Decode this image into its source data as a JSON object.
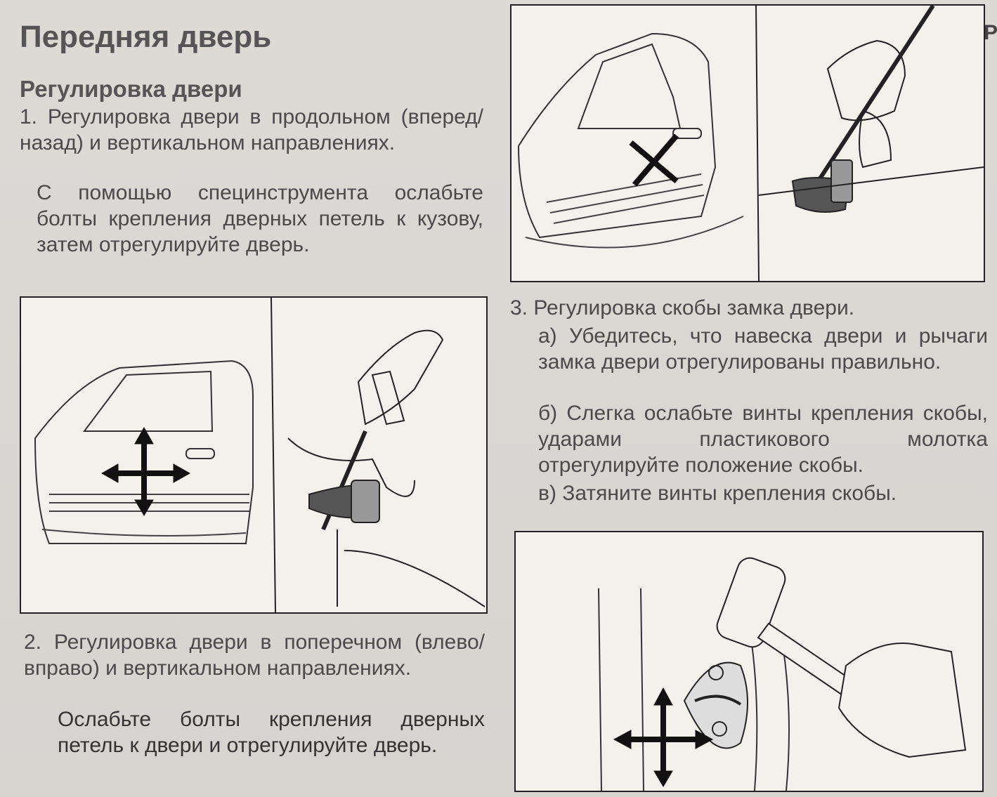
{
  "header": {
    "title": "Передняя дверь",
    "subtitle": "Регулировка двери"
  },
  "step1": {
    "heading": "1. Регулировка двери в продольном (вперед/назад) и вертикальном направлениях.",
    "body": "С помощью специнструмента ослабьте болты крепления дверных петель к кузову, затем отрегулируйте дверь."
  },
  "step2": {
    "heading": "2. Регулировка двери в поперечном (влево/вправо) и вертикальном направлениях.",
    "body": "Ослабьте болты крепления дверных петель к двери и отрегулируйте дверь."
  },
  "step3": {
    "heading": "3. Регулировка скобы замка двери.",
    "a": "а) Убедитесь, что навеска двери и рычаги замка двери отрегулированы правильно.",
    "b": "б) Слегка ослабьте винты крепления скобы, ударами пластикового молотка отрегулируйте положение скобы.",
    "c": "в) Затяните винты крепления скобы."
  },
  "edge_letter": "Р",
  "icons": [
    "door-adjust-arrows-icon",
    "hinge-wrench-icon",
    "hammer-icon",
    "lock-striker-icon"
  ]
}
